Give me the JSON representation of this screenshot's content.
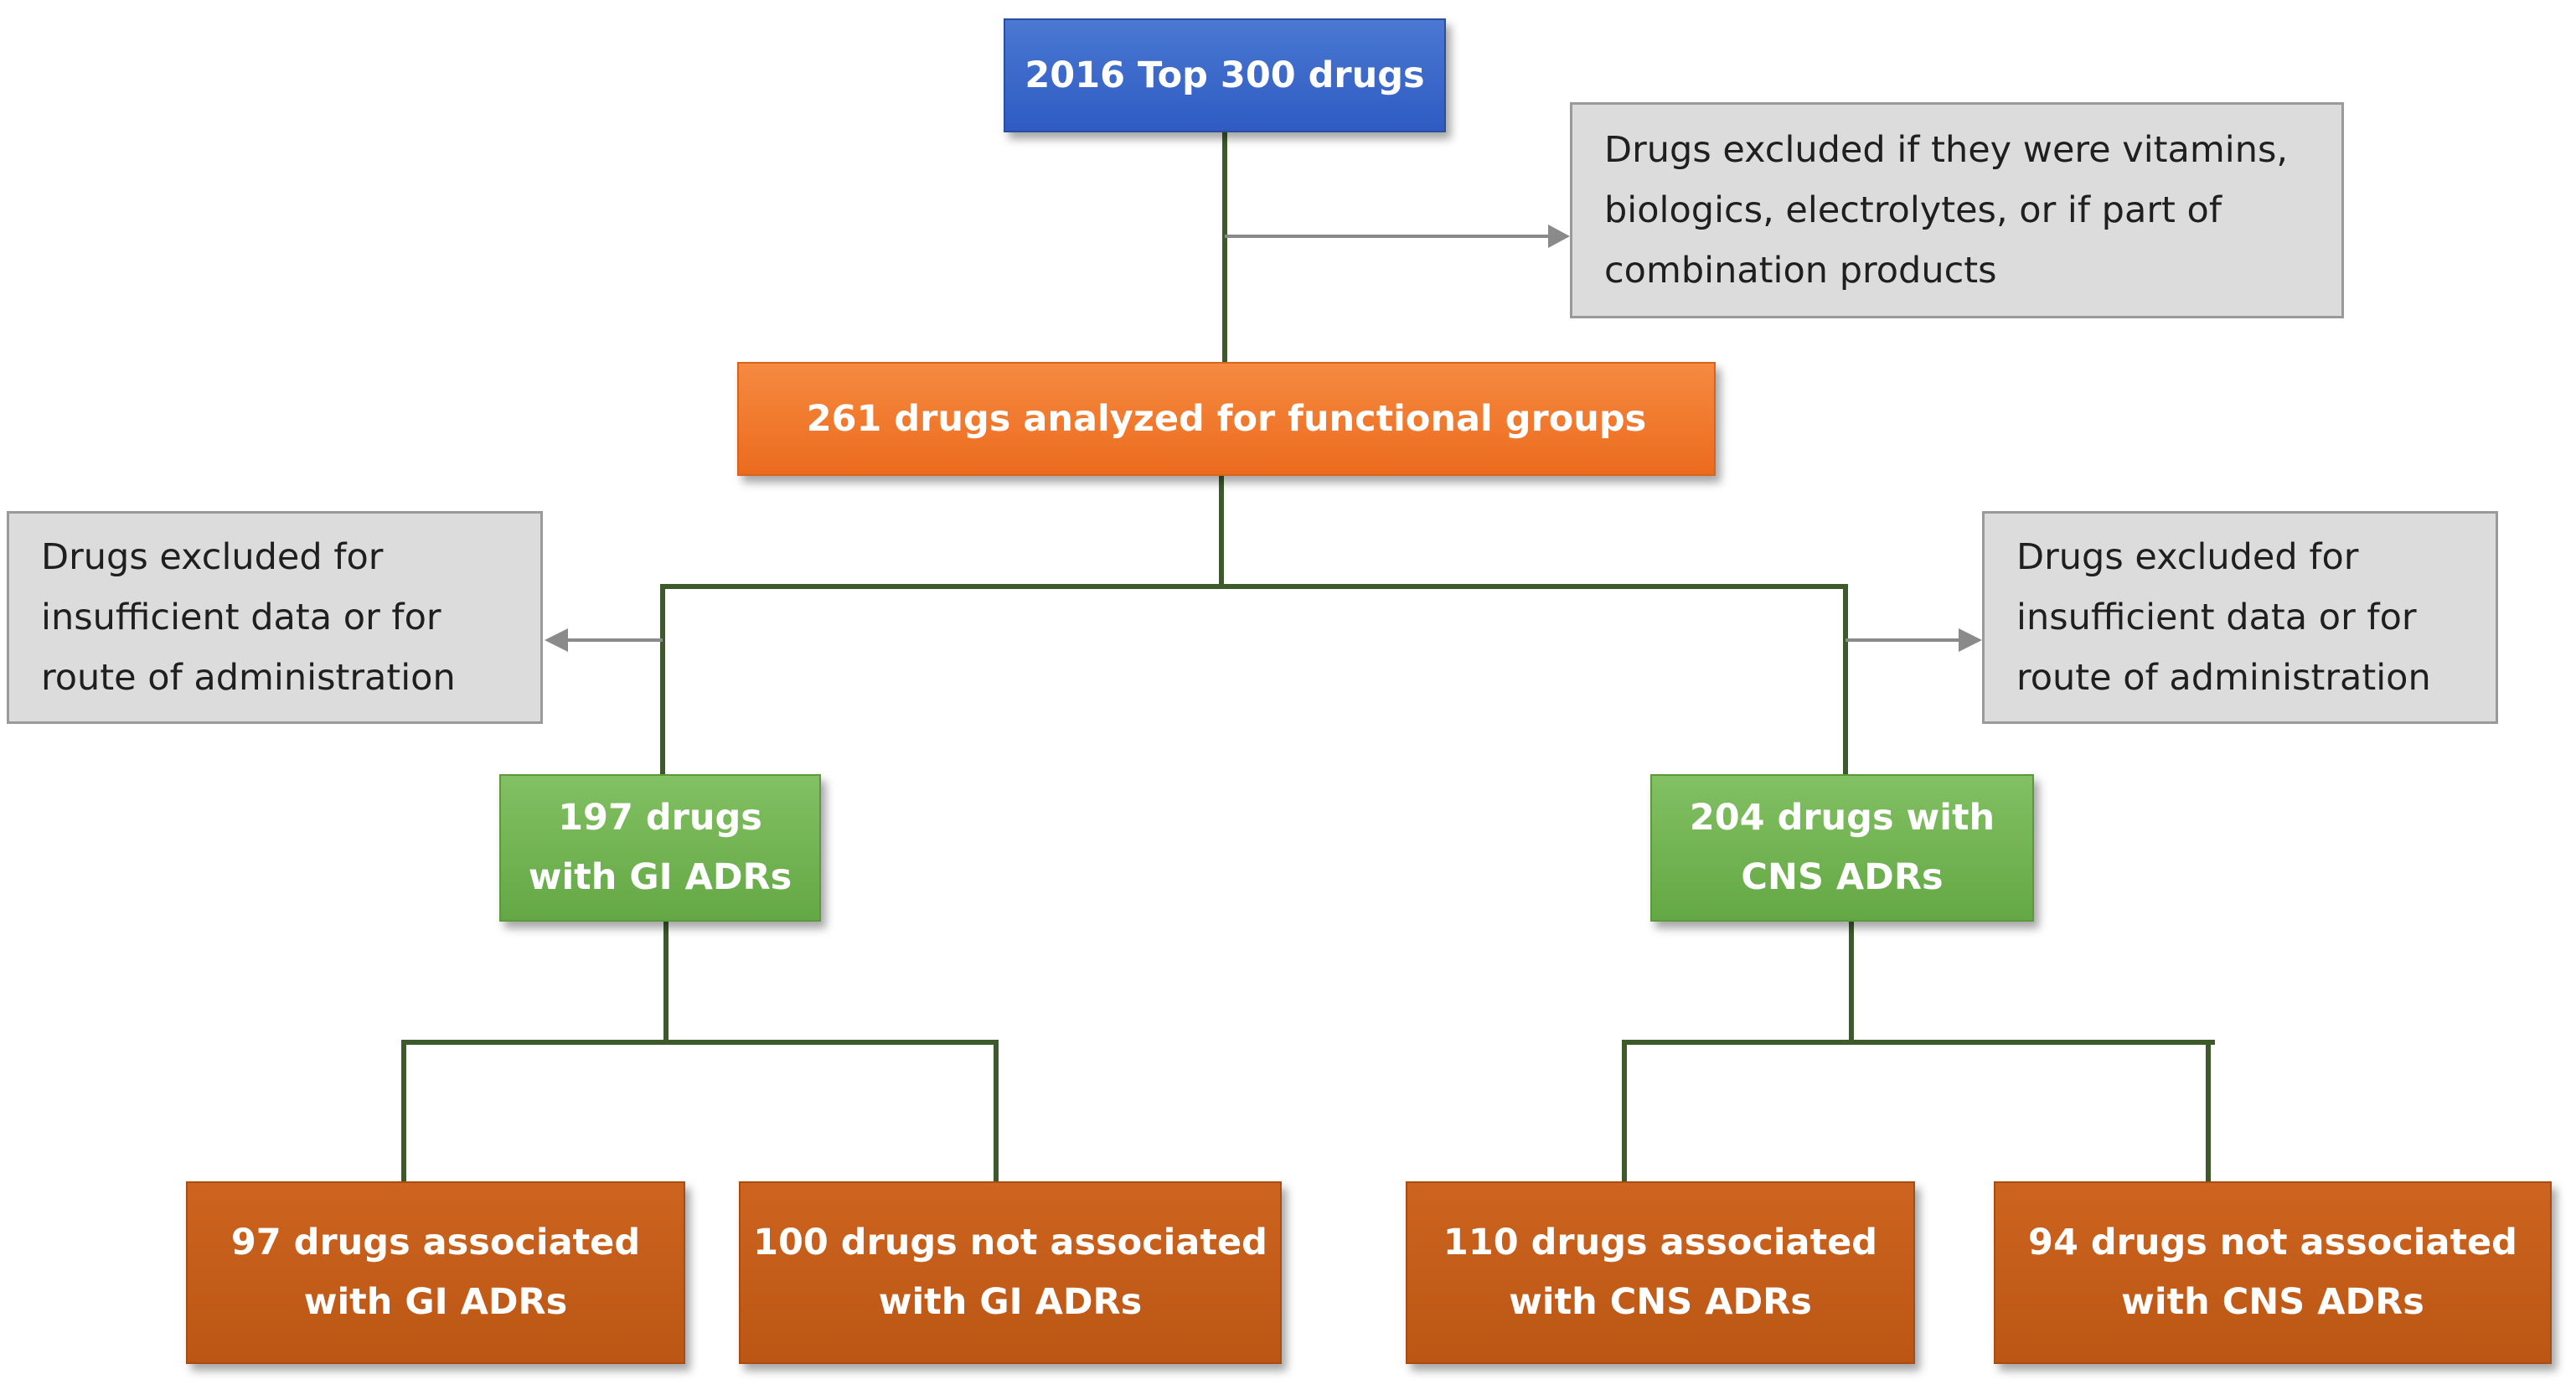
{
  "colors": {
    "connector": "#3d5a2a",
    "arrow": "#8a8a8a",
    "start_box": "#3563c8",
    "analysis_box": "#f07a2e",
    "group_box": "#6fb04f",
    "outcome_box": "#c55a17",
    "exclusion_box": "#dcdcdc"
  },
  "nodes": {
    "top300": {
      "lines": [
        "2016 Top 300 drugs"
      ]
    },
    "exclusion_top": {
      "lines": [
        "Drugs excluded if they were vitamins,",
        "biologics, electrolytes, or if part of",
        "combination  products"
      ]
    },
    "analyzed": {
      "lines": [
        "261 drugs analyzed  for functional  groups"
      ]
    },
    "exclusion_left": {
      "lines": [
        "Drugs excluded for",
        "insufficient data  or for",
        "route of administration"
      ]
    },
    "exclusion_right": {
      "lines": [
        "Drugs excluded for",
        "insufficient data  or for",
        "route of administration"
      ]
    },
    "gi_group": {
      "lines": [
        "197 drugs",
        "with GI ADRs"
      ]
    },
    "cns_group": {
      "lines": [
        "204 drugs with",
        "CNS ADRs"
      ]
    },
    "gi_assoc": {
      "lines": [
        "97 drugs associated",
        "with GI ADRs"
      ]
    },
    "gi_not_assoc": {
      "lines": [
        "100 drugs not associated",
        "with GI ADRs"
      ]
    },
    "cns_assoc": {
      "lines": [
        "110 drugs associated",
        "with CNS ADRs"
      ]
    },
    "cns_not_assoc": {
      "lines": [
        "94 drugs not associated",
        "with CNS ADRs"
      ]
    }
  }
}
